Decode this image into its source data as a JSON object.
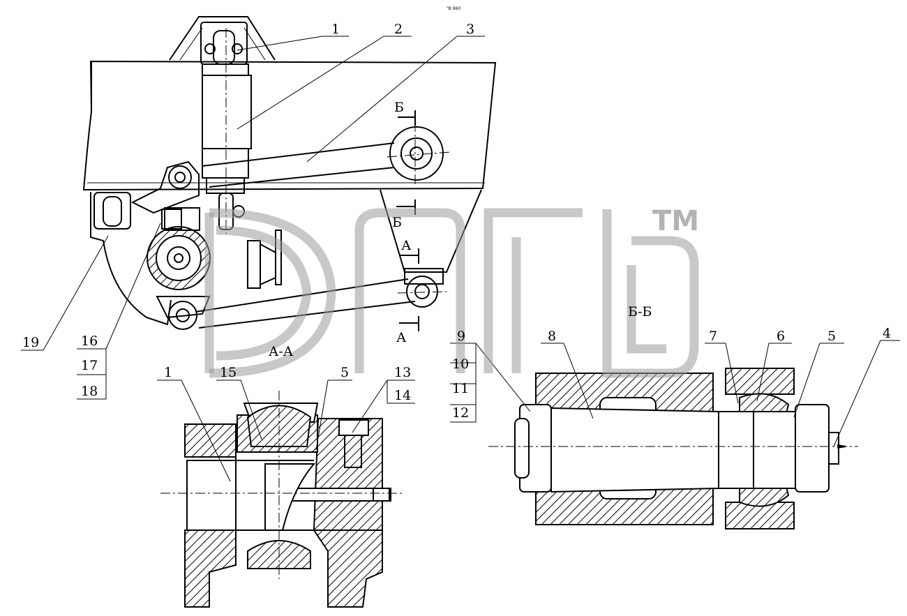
{
  "watermark": {
    "trademark": "TM"
  },
  "header_note": "\"B 960",
  "section_labels": {
    "aa": "А-А",
    "bb": "Б-Б",
    "a": "А",
    "b": "Б"
  },
  "callouts": [
    {
      "id": "c1",
      "text": "1"
    },
    {
      "id": "c2",
      "text": "2"
    },
    {
      "id": "c3",
      "text": "3"
    },
    {
      "id": "c4",
      "text": "4"
    },
    {
      "id": "c5a",
      "text": "5"
    },
    {
      "id": "c5b",
      "text": "5"
    },
    {
      "id": "c6",
      "text": "6"
    },
    {
      "id": "c7",
      "text": "7"
    },
    {
      "id": "c8",
      "text": "8"
    },
    {
      "id": "c9",
      "text": "9"
    },
    {
      "id": "c10",
      "text": "10"
    },
    {
      "id": "c11",
      "text": "11"
    },
    {
      "id": "c12",
      "text": "12"
    },
    {
      "id": "c13",
      "text": "13"
    },
    {
      "id": "c14",
      "text": "14"
    },
    {
      "id": "c15",
      "text": "15"
    },
    {
      "id": "c16",
      "text": "16"
    },
    {
      "id": "c17",
      "text": "17"
    },
    {
      "id": "c18",
      "text": "18"
    },
    {
      "id": "c19",
      "text": "19"
    },
    {
      "id": "c1b",
      "text": "1"
    }
  ]
}
